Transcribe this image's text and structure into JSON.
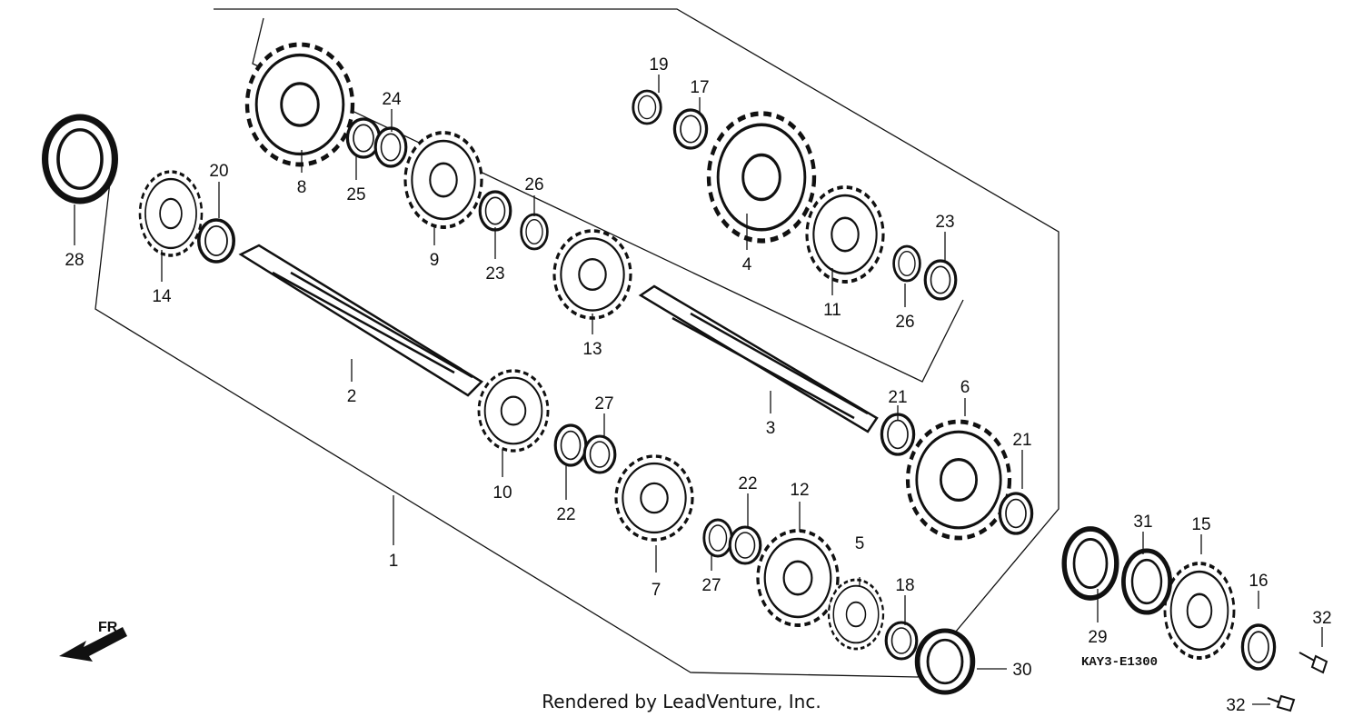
{
  "diagram": {
    "labels": [
      "1",
      "2",
      "3",
      "4",
      "5",
      "6",
      "7",
      "8",
      "9",
      "10",
      "11",
      "12",
      "13",
      "14",
      "15",
      "16",
      "17",
      "18",
      "19",
      "20",
      "21",
      "21",
      "22",
      "22",
      "23",
      "23",
      "24",
      "25",
      "26",
      "26",
      "27",
      "27",
      "28",
      "29",
      "30",
      "31",
      "32",
      "32"
    ],
    "diagram_code": "KAY3-E1300",
    "direction_label": "FR."
  },
  "footer": {
    "credit": "Rendered by LeadVenture, Inc."
  }
}
